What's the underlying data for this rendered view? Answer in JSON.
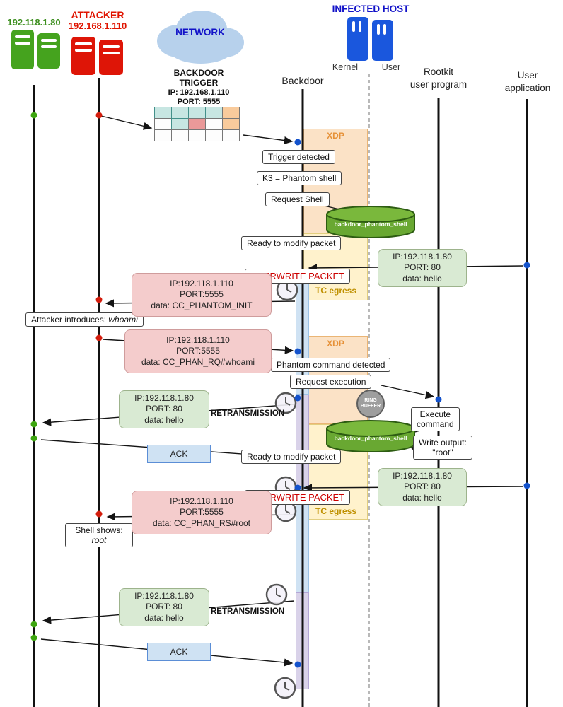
{
  "colors": {
    "host_green": "#3d8f1f",
    "attacker_red": "#e01400",
    "title_blue": "#1212c8",
    "xdp_orange": "#e69138",
    "tc_olive": "#bf9000",
    "overwrite_red": "#cc0000",
    "activation_blue": "#cfe2f3",
    "activation_purple": "#d9d2e9",
    "packet_green": "#d9ead3",
    "packet_pink": "#f4cccc",
    "map_green": "#69a832"
  },
  "actors": {
    "host": {
      "label": "192.118.1.80"
    },
    "attacker": {
      "line1": "ATTACKER",
      "line2": "192.168.1.110"
    },
    "network": {
      "label": "NETWORK"
    },
    "infected": {
      "label": "INFECTED HOST",
      "kernel": "Kernel",
      "user": "User"
    },
    "backdoor": {
      "label": "Backdoor"
    },
    "rootkit": {
      "label": "Rootkit\nuser program"
    },
    "user_app": {
      "label": "User\napplication"
    }
  },
  "trigger": {
    "title": "BACKDOOR\nTRIGGER",
    "ip": "IP: 192.168.1.110",
    "port": "PORT: 5555"
  },
  "regions": {
    "xdp": "XDP",
    "tc_egress": "TC egress"
  },
  "notes": {
    "trigger_detected": "Trigger detected",
    "k3": "K3 = Phantom shell",
    "request_shell": "Request Shell",
    "ready_to_modify": "Ready to modify packet",
    "overwrite": "OVERWRITE PACKET",
    "phantom_detected": "Phantom command detected",
    "request_execution": "Request execution",
    "execute_command": "Execute\ncommand",
    "write_output": "Write output:\n\"root\"",
    "attacker_introduces_prefix": "Attacker introduces: ",
    "attacker_introduces_word": "whoami",
    "shell_shows_prefix": "Shell shows:",
    "shell_shows_word": "root",
    "retransmission": "RETRANSMISSION",
    "ack": "ACK"
  },
  "map": {
    "label": "backdoor_phantom_shell"
  },
  "ring_buffer": {
    "label": "RING\nBUFFER"
  },
  "packets": {
    "hello": "IP:192.118.1.80\nPORT: 80\ndata: hello",
    "init": "IP:192.118.1.110\nPORT:5555\ndata: CC_PHANTOM_INIT",
    "rq": "IP:192.118.1.110\nPORT:5555\ndata: CC_PHAN_RQ#whoami",
    "rs": "IP:192.118.1.110\nPORT:5555\ndata: CC_PHAN_RS#root"
  }
}
